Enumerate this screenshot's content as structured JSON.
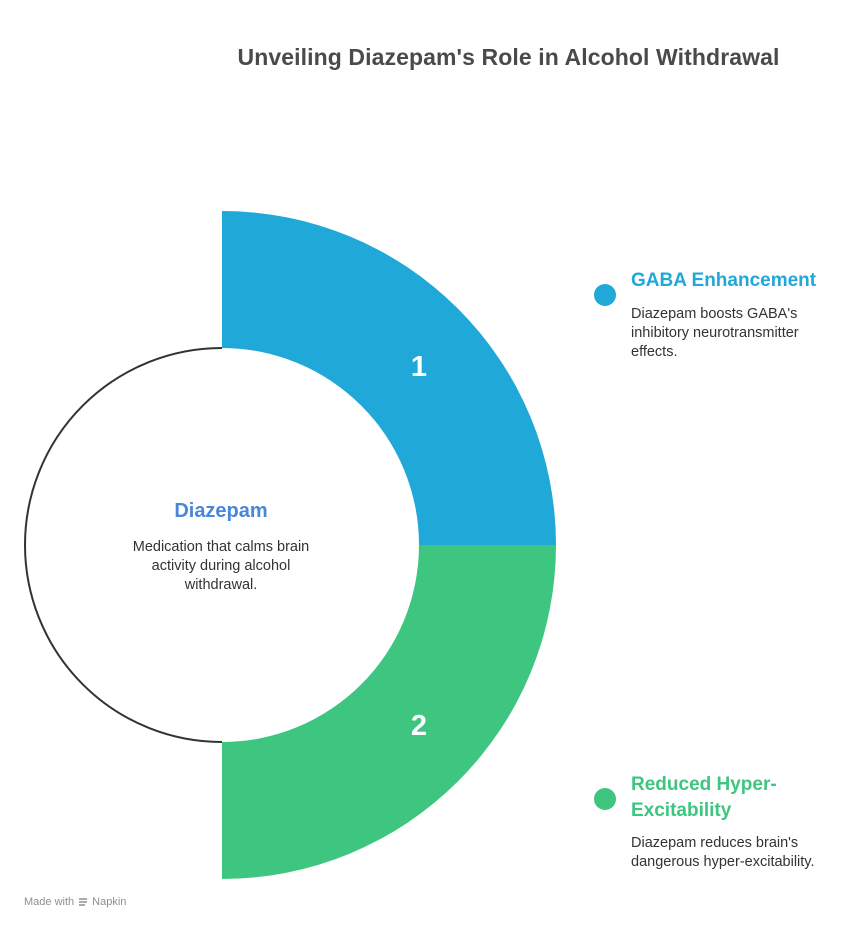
{
  "title": "Unveiling Diazepam's Role in Alcohol Withdrawal",
  "center": {
    "title": "Diazepam",
    "description": "Medication that calms brain activity during alcohol withdrawal."
  },
  "items": [
    {
      "number": "1",
      "title": "GABA Enhancement",
      "description": "Diazepam boosts GABA's inhibitory neurotransmitter effects.",
      "color": "#20a8d9"
    },
    {
      "number": "2",
      "title": "Reduced Hyper-Excitability",
      "description": "Diazepam reduces brain's dangerous hyper-excitability.",
      "color": "#3ec681"
    }
  ],
  "colors": {
    "center_title": "#4a86d9",
    "title": "#4a4a4a",
    "ring_stroke": "#333333"
  },
  "footer": {
    "made_with": "Made with",
    "brand": "Napkin"
  }
}
